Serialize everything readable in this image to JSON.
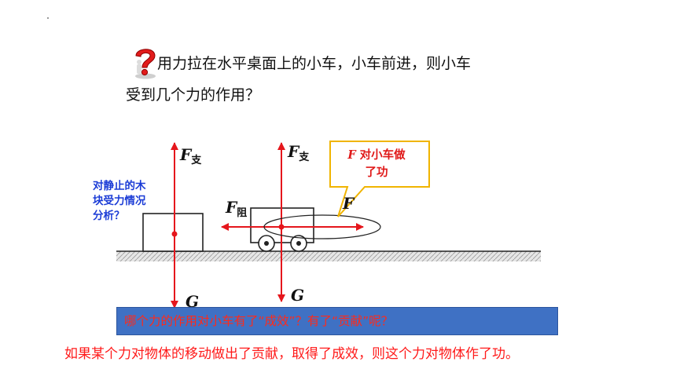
{
  "question": {
    "line1": "用力拉在水平桌面上的小车，小车前进，则小车",
    "line2": "受到几个力的作用？"
  },
  "static_block_note": [
    "对静止的木",
    "块受力情况",
    "分析？"
  ],
  "callout": [
    "对小车做",
    "了功"
  ],
  "callout_force_letter": "F",
  "forces": {
    "support_symbol": "F",
    "support_sub": "支",
    "friction_symbol": "F",
    "friction_sub": "阻",
    "pull_symbol": "F",
    "gravity_symbol": "G"
  },
  "banner": "哪个力的作用对小车有了“成效”？有了“贡献”呢？",
  "conclusion": "如果某个力对物体的移动做出了贡献，取得了成效，则这个力对物体作了功。",
  "colors": {
    "arrow": "#e5161c",
    "banner_bg": "#3f71c4",
    "callout_border": "#f0b400",
    "note_text": "#1a3bd6"
  }
}
